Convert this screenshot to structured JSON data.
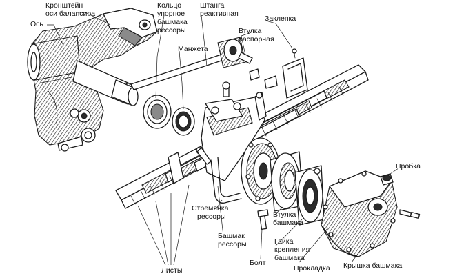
{
  "labels": {
    "kronshtein": [
      "Кронштейн",
      "оси балансира"
    ],
    "os": [
      "Ось"
    ],
    "koltso": [
      "Кольцо",
      "упорное",
      "башмака",
      "рессоры"
    ],
    "shtanga": [
      "Штанга",
      "реактивная"
    ],
    "zaklepka": [
      "Заклепка"
    ],
    "vtulka_rasp": [
      "Втулка",
      "распорная"
    ],
    "manzheta": [
      "Манжета"
    ],
    "probka": [
      "Пробка"
    ],
    "stremyanka": [
      "Стремянка",
      "рессоры"
    ],
    "vtulka_bashm": [
      "Втулка",
      "башмака"
    ],
    "bashmak": [
      "Башмак",
      "рессоры"
    ],
    "gaika": [
      "Гайка",
      "крепления",
      "башмака"
    ],
    "bolt": [
      "Болт"
    ],
    "listy": [
      "Листы"
    ],
    "prokladka": [
      "Прокладка"
    ],
    "kryshka": [
      "Крышка башмака"
    ]
  }
}
